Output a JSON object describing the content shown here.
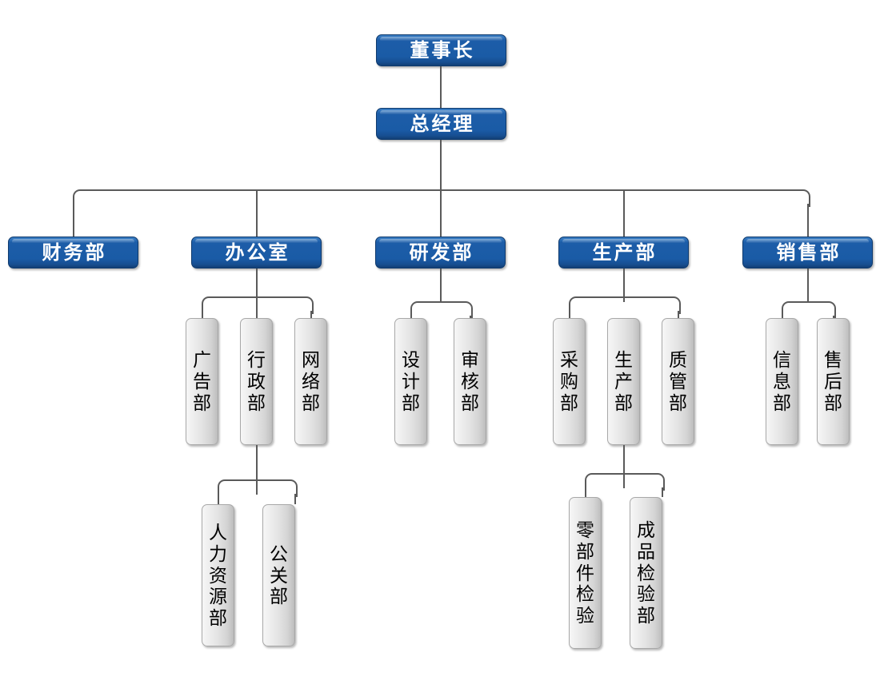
{
  "chart_title": "",
  "colors": {
    "node_blue_fill": "#1a5ba6",
    "node_blue_border": "#0f3a6d",
    "node_blue_text": "#ffffff",
    "node_gray_fill": "#e2e2e2",
    "node_gray_border": "#a8a8a8",
    "node_gray_text": "#000000",
    "connector_line": "#5a5a5a",
    "background": "#ffffff"
  },
  "nodes": {
    "chairman": {
      "label": "董事长",
      "level": 0,
      "style": "blue"
    },
    "general_manager": {
      "label": "总经理",
      "level": 1,
      "style": "blue"
    },
    "finance": {
      "label": "财务部",
      "level": 2,
      "style": "blue"
    },
    "office": {
      "label": "办公室",
      "level": 2,
      "style": "blue"
    },
    "rnd": {
      "label": "研发部",
      "level": 2,
      "style": "blue"
    },
    "production": {
      "label": "生产部",
      "level": 2,
      "style": "blue"
    },
    "sales": {
      "label": "销售部",
      "level": 2,
      "style": "blue"
    },
    "ad": {
      "label": "广告部",
      "level": 3,
      "style": "gray",
      "parent": "办公室"
    },
    "admin": {
      "label": "行政部",
      "level": 3,
      "style": "gray",
      "parent": "办公室"
    },
    "network": {
      "label": "网络部",
      "level": 3,
      "style": "gray",
      "parent": "办公室"
    },
    "design": {
      "label": "设计部",
      "level": 3,
      "style": "gray",
      "parent": "研发部"
    },
    "review": {
      "label": "审核部",
      "level": 3,
      "style": "gray",
      "parent": "研发部"
    },
    "purchase": {
      "label": "采购部",
      "level": 3,
      "style": "gray",
      "parent": "生产部"
    },
    "manufacture": {
      "label": "生产部",
      "level": 3,
      "style": "gray",
      "parent": "生产部"
    },
    "quality": {
      "label": "质管部",
      "level": 3,
      "style": "gray",
      "parent": "生产部"
    },
    "information": {
      "label": "信息部",
      "level": 3,
      "style": "gray",
      "parent": "销售部"
    },
    "aftersales": {
      "label": "售后部",
      "level": 3,
      "style": "gray",
      "parent": "销售部"
    },
    "hr": {
      "label": "人力资源部",
      "level": 4,
      "style": "gray",
      "parent": "行政部"
    },
    "pr": {
      "label": "公关部",
      "level": 4,
      "style": "gray",
      "parent": "行政部"
    },
    "parts_inspection": {
      "label": "零部件检验",
      "level": 4,
      "style": "gray",
      "parent": "生产部"
    },
    "product_inspection": {
      "label": "成品检验部",
      "level": 4,
      "style": "gray",
      "parent": "生产部"
    }
  }
}
